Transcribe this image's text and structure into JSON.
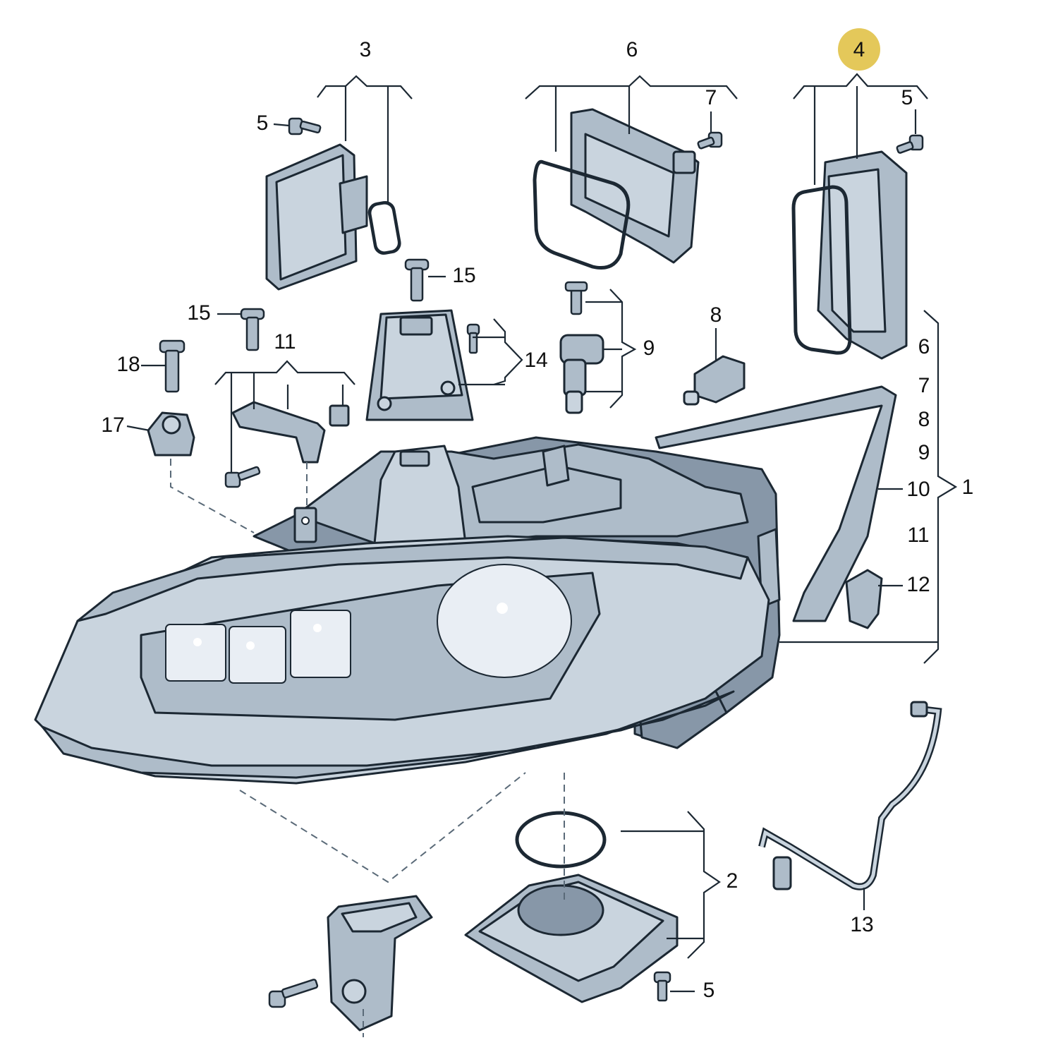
{
  "diagram": {
    "highlight_color": "#e4c85a",
    "part_color": "#aebcc9",
    "line_color": "#1c2833",
    "highlighted_callout": "4"
  },
  "callouts": {
    "c3": "3",
    "c6": "6",
    "c4": "4",
    "c7": "7",
    "c5_a": "5",
    "c5_b": "5",
    "c5_c": "5",
    "c15_a": "15",
    "c15_b": "15",
    "c8": "8",
    "c9": "9",
    "c11": "11",
    "c14": "14",
    "c18": "18",
    "c17": "17",
    "c1": "1",
    "c2": "2",
    "c13": "13",
    "list_1": [
      "6",
      "7",
      "8",
      "9",
      "10",
      "11",
      "12"
    ]
  }
}
